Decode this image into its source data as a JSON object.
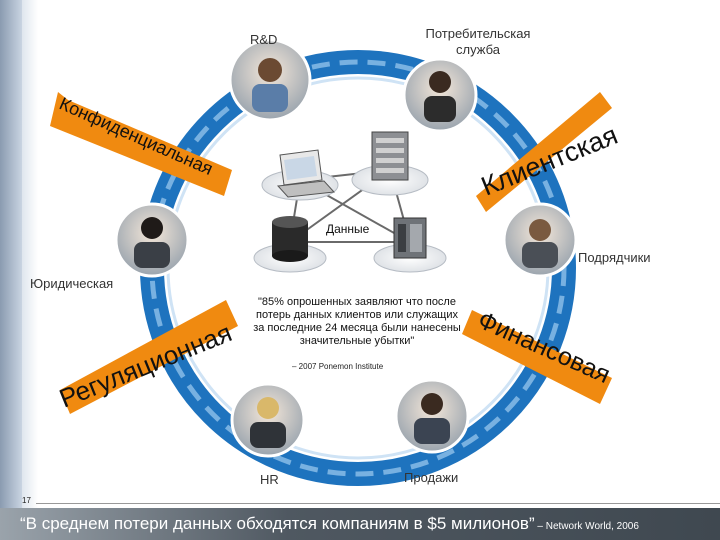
{
  "labels": {
    "rd": "R&D",
    "customer_service_line1": "Потребительская",
    "customer_service_line2": "служба",
    "data": "Данные",
    "contractors": "Подрядчики",
    "legal": "Юридическая",
    "hr": "HR",
    "sales": "Продажи"
  },
  "arrows": {
    "confidential": "Конфиденциальная",
    "client": "Клиентская",
    "regulatory": "Регуляционная",
    "financial": "Финансовая"
  },
  "quote": {
    "text": "\"85% опрошенных заявляют что после потерь данных клиентов или служащих за последние 24 месяца были нанесены значительные убытки\"",
    "source": "– 2007 Ponemon Institute"
  },
  "footer": {
    "text": "“В среднем потери данных обходятся компаниям в $5 милионов”",
    "source": " – Network World, 2006"
  },
  "page_number": "17",
  "colors": {
    "ring": "#1e73be",
    "ring_light": "#8fc0ea",
    "arrow": "#f08a10",
    "footer": "#4f5861"
  }
}
